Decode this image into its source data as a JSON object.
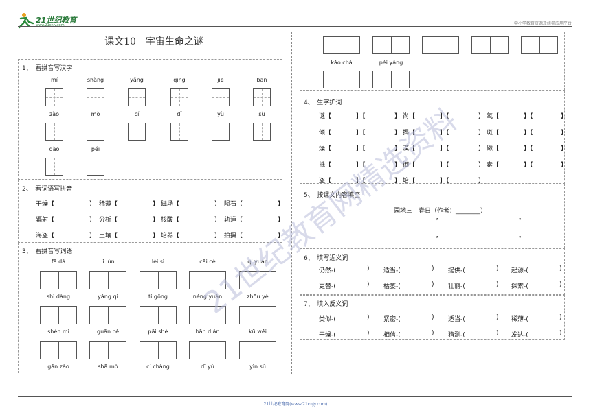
{
  "brand": {
    "name": "21世纪教育",
    "url": "www.21cnjy.com",
    "tagline": "中小学教育资源及组卷应用平台"
  },
  "footer": "21世纪教育网(www.21cnjy.com)",
  "title": "课文10　宇宙生命之谜",
  "watermark": "21世纪教育网精选资料",
  "s1": {
    "head": "1、　看拼音写汉字",
    "row1": [
      "mí",
      "shàng",
      "yǎng",
      "qīng",
      "jiē",
      "bān"
    ],
    "row2": [
      "zào",
      "mò",
      "cí",
      "dǐ",
      "yù",
      "sù"
    ],
    "row3": [
      "dào",
      "péi"
    ]
  },
  "s2": {
    "head": "2、　看词语写拼音",
    "rows": [
      [
        "干燥【",
        "】",
        "稀薄【",
        "】",
        "磁场【",
        "】",
        "陨石【",
        "】"
      ],
      [
        "辐射【",
        "】",
        "分析【",
        "】",
        "核酸【",
        "】",
        "轨道【",
        "】"
      ],
      [
        "海盗【",
        "】",
        "土壤【",
        "】",
        "培养【",
        "】",
        "拍摄【",
        "】"
      ]
    ]
  },
  "s3": {
    "head": "3、　看拼音写词语",
    "rows": [
      [
        "fā  dá",
        "lǐ  lùn",
        "lèi  sì",
        "cāi  cè",
        "qí  yuán"
      ],
      [
        "shì  dàng",
        "yǎng  qì",
        "tí  gōng",
        "néng  yuán",
        "zhōu  yè"
      ],
      [
        "shén  mì",
        "guān  cè",
        "pāi  shè",
        "bān  diǎn",
        "kū  wěi"
      ],
      [
        "gān  zào",
        "shā  mò",
        "cí  chǎng",
        "dī  yù",
        "yǐn  sù"
      ]
    ]
  },
  "s3b": {
    "row": [
      "kǎo  chá",
      "péi  yǎng"
    ]
  },
  "s4": {
    "head": "4、　生字扩词",
    "rows": [
      [
        "谜【",
        "】【",
        "】",
        "尚【",
        "】【",
        "】",
        "氧【",
        "】【",
        "】"
      ],
      [
        "倾【",
        "】【",
        "】",
        "揭【",
        "】【",
        "】",
        "斑【",
        "】【",
        "】"
      ],
      [
        "燥【",
        "】【",
        "】",
        "漠【",
        "】【",
        "】",
        "磁【",
        "】【",
        "】"
      ],
      [
        "抵【",
        "】【",
        "】",
        "御【",
        "】【",
        "】",
        "素【",
        "】【",
        "】"
      ],
      [
        "盗【",
        "】【",
        "】",
        "培【",
        "】【",
        "】"
      ]
    ]
  },
  "s5": {
    "head": "5、　按课文内容填空",
    "poem": "园地三　春日（作者：________）",
    "comma": "，",
    "period": "。"
  },
  "s6": {
    "head": "6、　填写近义词",
    "rows": [
      [
        "仍然-(",
        ")",
        "适当-(",
        ")",
        "提供-(",
        ")",
        "起源-(",
        ")"
      ],
      [
        "更替-(",
        ")",
        "枯萎-(",
        ")",
        "壮丽-(",
        ")",
        "探索-(",
        ")"
      ]
    ]
  },
  "s7": {
    "head": "7、　填入反义词",
    "rows": [
      [
        "类似-(",
        ")",
        "紧密-(",
        ")",
        "适当-(",
        ")",
        "稀薄-(",
        ")"
      ],
      [
        "干燥-(",
        ")",
        "相信-(",
        ")",
        "猜测-(",
        ")",
        "发达-(",
        ")"
      ]
    ]
  }
}
